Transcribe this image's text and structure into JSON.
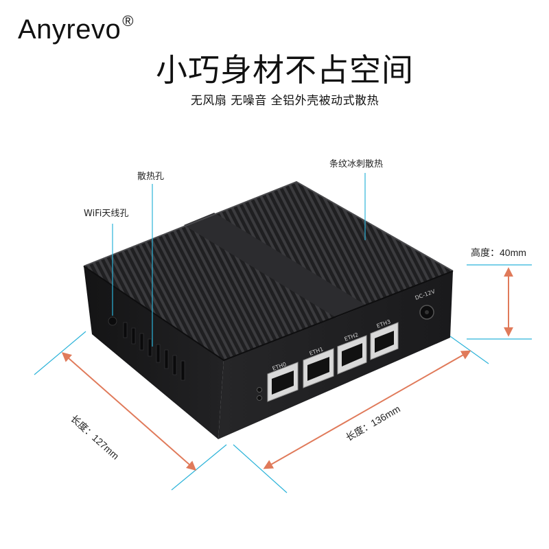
{
  "brand": {
    "name": "Anyrevo",
    "mark": "®"
  },
  "headline": "小巧身材不占空间",
  "subheadline": "无风扇 无噪音 全铝外壳被动式散热",
  "callouts": {
    "wifi_hole": "WiFi天线孔",
    "vent_holes": "散热孔",
    "fins": "条纹冰刺散热"
  },
  "dimensions": {
    "height": "高度：40mm",
    "length_left": "长度：127mm",
    "length_right": "长度：136mm"
  },
  "ports": [
    "ETH0",
    "ETH1",
    "ETH2",
    "ETH3"
  ],
  "power_label": "DC-12V",
  "colors": {
    "accent_line": "#2bb3d9",
    "arrow": "#e07a5a",
    "body": "#1c1c1e"
  }
}
